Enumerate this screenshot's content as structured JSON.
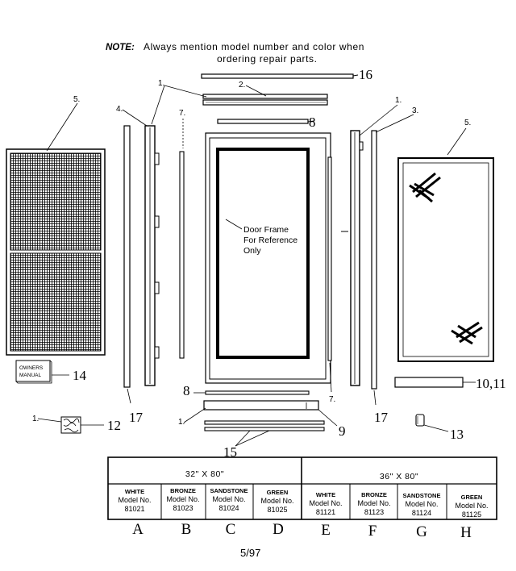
{
  "note": {
    "label": "NOTE:",
    "line1": "Always mention model number and color when",
    "line2": "ordering repair parts."
  },
  "callouts": {
    "c1a": "1.",
    "c1b": "1.",
    "c1c": "1.",
    "c1d": "1.",
    "c2": "2.",
    "c3": "3.",
    "c4": "4.",
    "c5a": "5.",
    "c5b": "5.",
    "c7a": "7.",
    "c7b": "7.",
    "c8a": "8",
    "c8b": "8",
    "c9": "9",
    "c10_11": "10,11",
    "c12": "12",
    "c13": "13",
    "c14": "14",
    "c15": "15",
    "c16": "16",
    "c17a": "17",
    "c17b": "17"
  },
  "frame_note": {
    "line1": "Door Frame",
    "line2": "For Reference",
    "line3": "Only"
  },
  "manual": {
    "line1": "OWNERS",
    "line2": "MANUAL"
  },
  "table": {
    "groups": [
      {
        "size": "32\" X 80\""
      },
      {
        "size": "36\" X 80\""
      }
    ],
    "model_label": "Model No.",
    "columns": [
      {
        "color": "WHITE",
        "model": "81021",
        "letter": "A"
      },
      {
        "color": "BRONZE",
        "model": "81023",
        "letter": "B"
      },
      {
        "color": "SANDSTONE",
        "model": "81024",
        "letter": "C"
      },
      {
        "color": "GREEN",
        "model": "81025",
        "letter": "D"
      },
      {
        "color": "WHITE",
        "model": "81121",
        "letter": "E"
      },
      {
        "color": "BRONZE",
        "model": "81123",
        "letter": "F"
      },
      {
        "color": "SANDSTONE",
        "model": "81124",
        "letter": "G"
      },
      {
        "color": "GREEN",
        "model": "81125",
        "letter": "H"
      }
    ]
  },
  "footer": {
    "code": "5/97"
  }
}
